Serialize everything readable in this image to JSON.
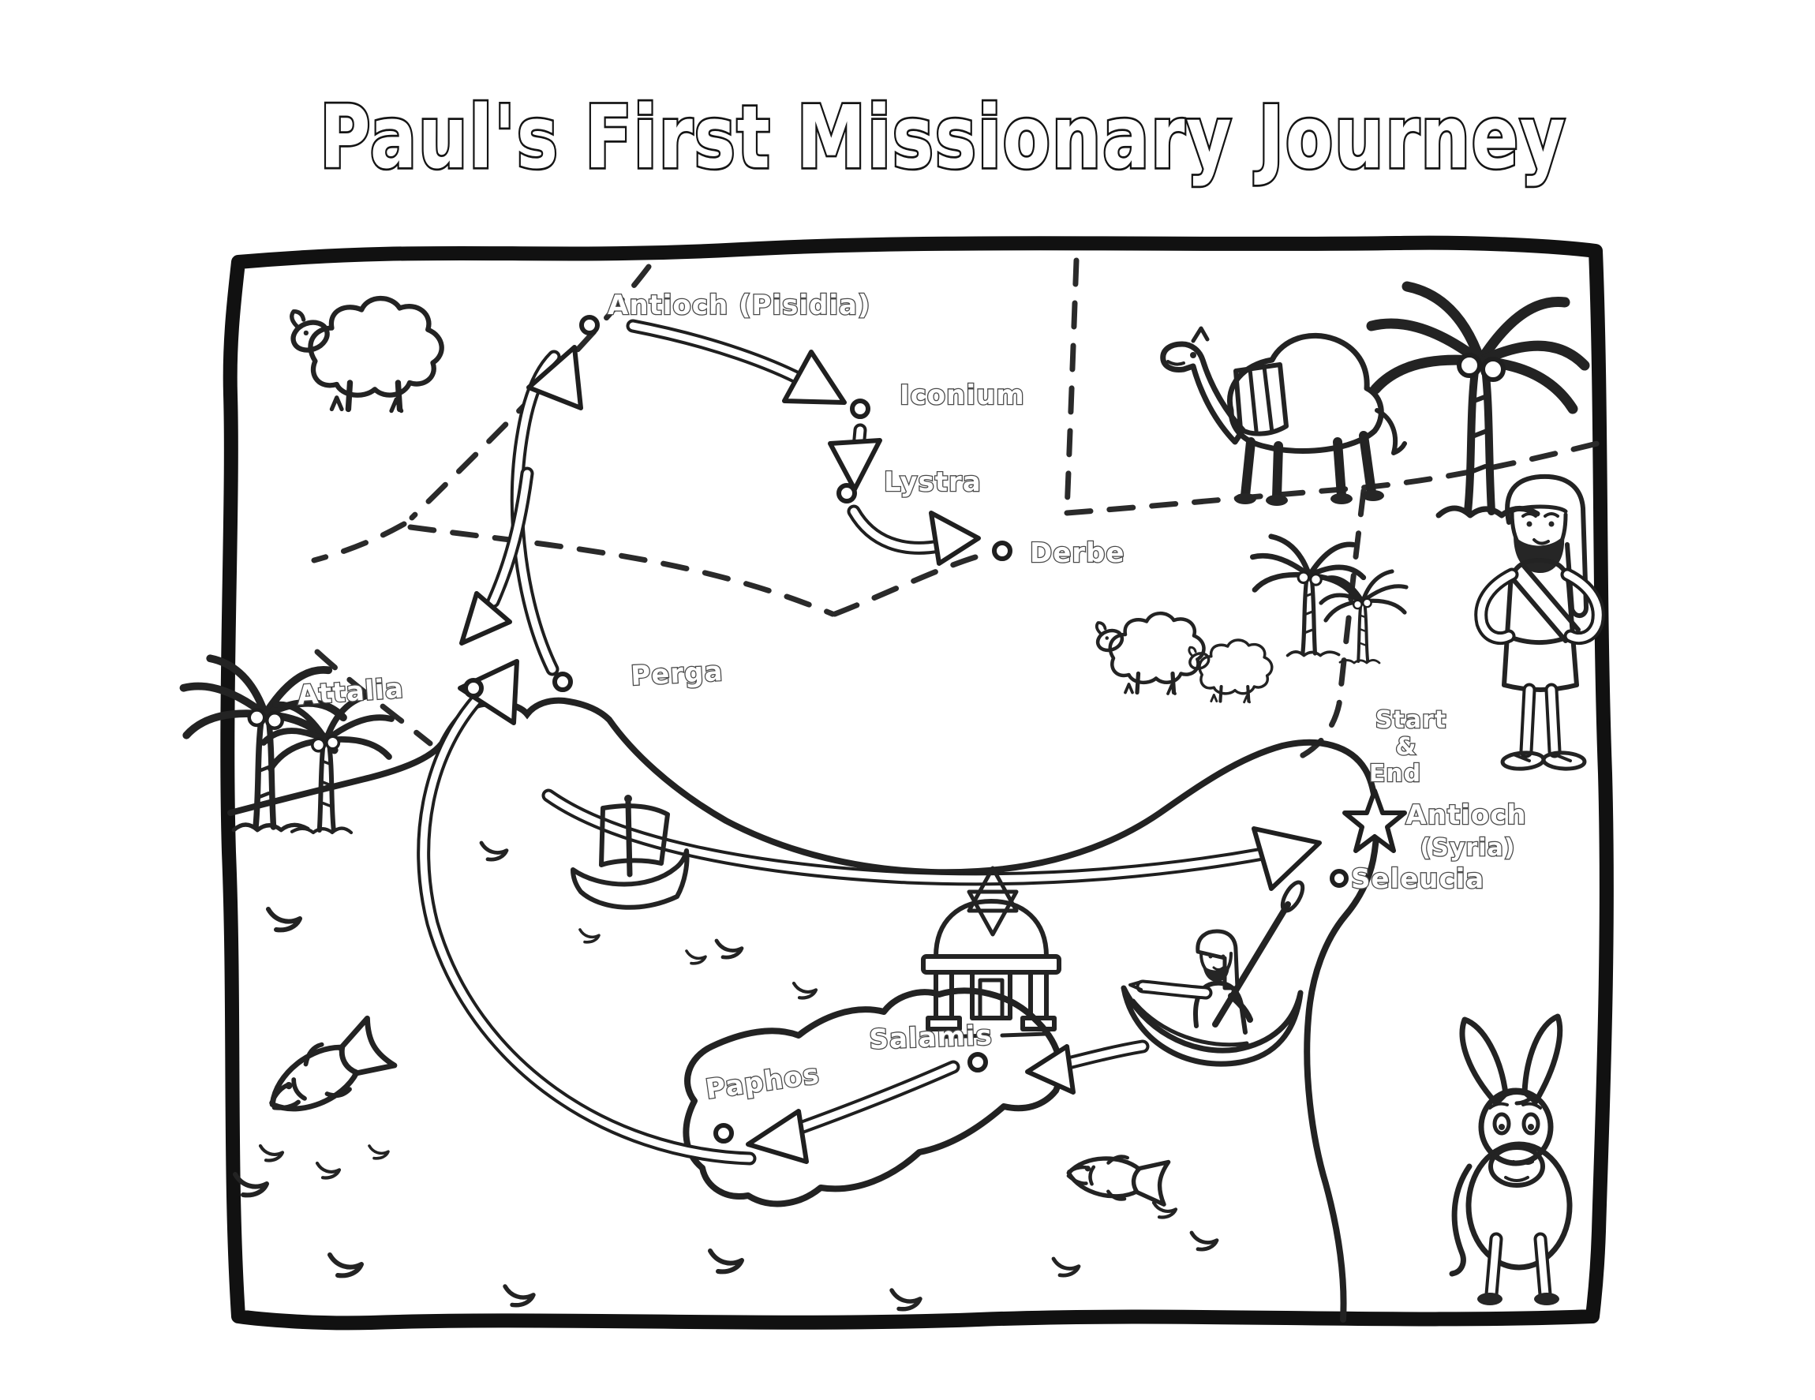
{
  "title": "Paul's First Missionary Journey",
  "map": {
    "locations": {
      "antioch_pisidia": "Antioch (Pisidia)",
      "iconium": "Iconium",
      "lystra": "Lystra",
      "derbe": "Derbe",
      "perga": "Perga",
      "attalia": "Attalia",
      "seleucia": "Seleucia",
      "antioch_syria_line1": "Antioch",
      "antioch_syria_line2": "(Syria)",
      "salamis": "Salamis",
      "paphos": "Paphos"
    },
    "start_end": {
      "line1": "Start",
      "line2": "&",
      "line3": "End"
    },
    "colors": {
      "ink": "#1f1f1f",
      "label_outline": "#4b4b4b",
      "paper": "#ffffff"
    },
    "decorations": [
      "sheep",
      "camel",
      "palm-tree",
      "paul-figure",
      "donkey",
      "jumping-fish",
      "fish",
      "sailboat",
      "rowboat-with-paul",
      "synagogue",
      "start-end-star",
      "waves"
    ]
  }
}
